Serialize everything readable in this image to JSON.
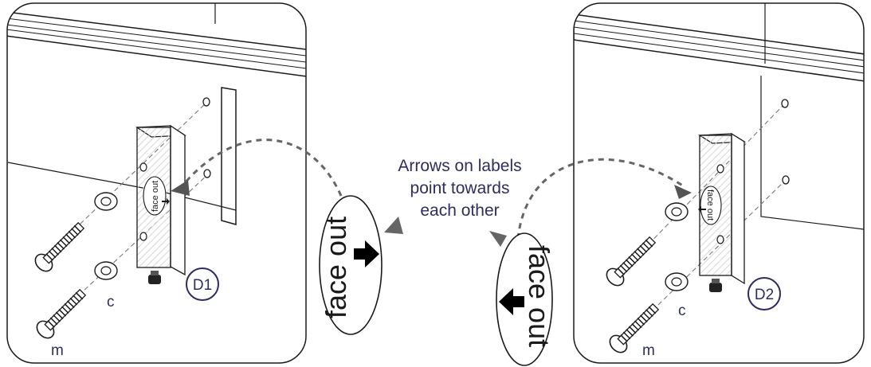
{
  "caption": [
    "Arrows on labels",
    "point towards",
    "each other"
  ],
  "left_panel": {
    "badge": "D1",
    "part_c": "c",
    "part_m": "m",
    "bracket_label": "face out"
  },
  "right_panel": {
    "badge": "D2",
    "part_c": "c",
    "part_m": "m",
    "bracket_label": "face out"
  },
  "callout_left": {
    "label": "face out"
  },
  "callout_right": {
    "label": "face out"
  },
  "colors": {
    "ink": "#2e2d5e",
    "line": "#1a1a1a",
    "dashed": "#666666",
    "hatch": "#dddddd"
  }
}
